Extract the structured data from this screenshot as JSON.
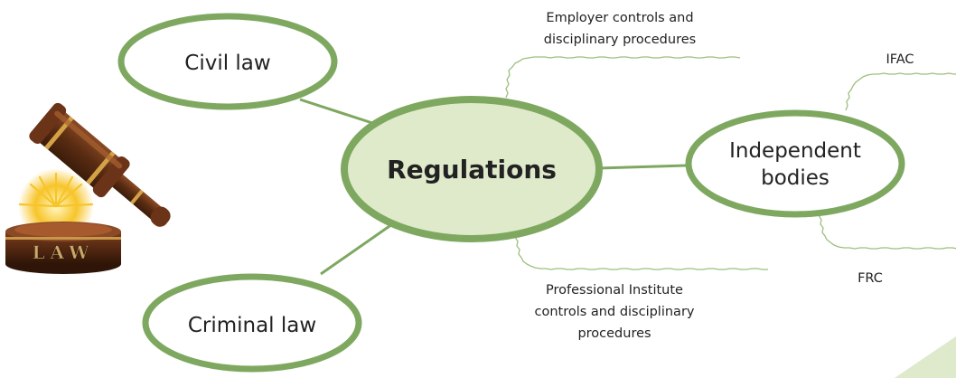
{
  "colors": {
    "ellipse_stroke": "#7ea85f",
    "center_fill": "#dfeacb",
    "node_fill": "#ffffff",
    "connector": "#7ea85f",
    "wavy": "#9cbf7e",
    "corner_accent": "#dfe9cc"
  },
  "center": {
    "label": "Regulations"
  },
  "nodes": {
    "civil_law": {
      "label": "Civil law"
    },
    "criminal_law": {
      "label": "Criminal law"
    },
    "independent_bodies": {
      "line1": "Independent",
      "line2": "bodies"
    }
  },
  "branches": {
    "employer": {
      "line1": "Employer controls and",
      "line2": "disciplinary procedures"
    },
    "professional": {
      "line1": "Professional Institute",
      "line2": "controls and disciplinary",
      "line3": "procedures"
    },
    "ifac": {
      "label": "IFAC"
    },
    "frc": {
      "label": "FRC"
    }
  },
  "illustration": {
    "icon": "gavel-icon",
    "base_text": "LAW"
  }
}
